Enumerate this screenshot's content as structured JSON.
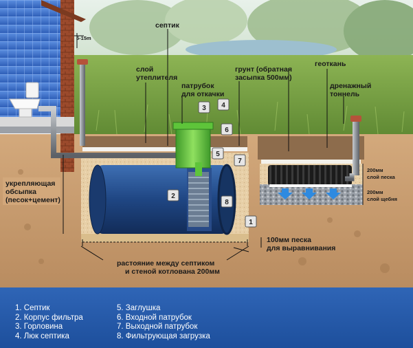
{
  "labels": {
    "house_gap": "5-15m",
    "septic": "септик",
    "insulation": [
      "слой",
      "утеплителя"
    ],
    "pump_pipe": [
      "патрубок",
      "для откачки"
    ],
    "backfill": [
      "грунт (обратная",
      "засыпка 500мм)"
    ],
    "geotextile": "геоткань",
    "drain_tunnel": [
      "дренажный",
      "тоннель"
    ],
    "sand_layer": [
      "200мм",
      "слой песка"
    ],
    "gravel_layer": [
      "200мм",
      "слой щебня"
    ],
    "reinforce": [
      "укрепляющая",
      "обсыпка",
      "(песок+цемент)"
    ],
    "leveling": [
      "100мм песка",
      "для выравнивания"
    ],
    "distance": [
      "растояние между септиком",
      "и стеной котлована 200мм"
    ]
  },
  "badges": [
    "1",
    "2",
    "3",
    "4",
    "5",
    "6",
    "7",
    "8"
  ],
  "legend": {
    "col1": [
      "1. Септик",
      "2. Корпус фильтра",
      "3. Горловина",
      "4. Люк септика"
    ],
    "col2": [
      "5. Заглушка",
      "6. Входной патрубок",
      "7. Выходной патрубок",
      "8. Фильтрующая загрузка"
    ]
  },
  "colors": {
    "sky": "#dfeee3",
    "grass": "#6f9a3c",
    "soil": "#c49a70",
    "tank": "#2a4f8a",
    "hatch": "#5fbf3f",
    "legend_bg": "#2a5fb0"
  }
}
